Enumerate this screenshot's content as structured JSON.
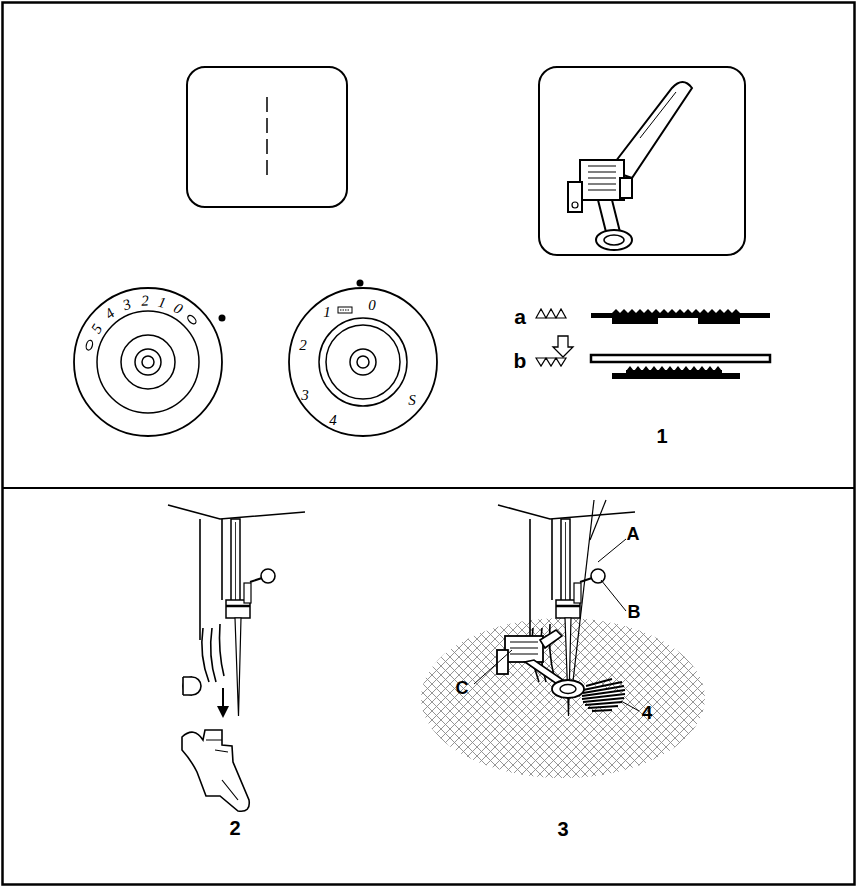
{
  "diagram": {
    "nodes": [
      {
        "text": [
          "5",
          "4",
          "3",
          "2",
          "1",
          "0"
        ]
      },
      {
        "text": [
          "1",
          "0",
          "2",
          "3",
          "4",
          "S"
        ]
      }
    ],
    "labels": [
      "a",
      "b",
      "1",
      "A",
      "B",
      "C",
      "4",
      "2",
      "3"
    ]
  }
}
